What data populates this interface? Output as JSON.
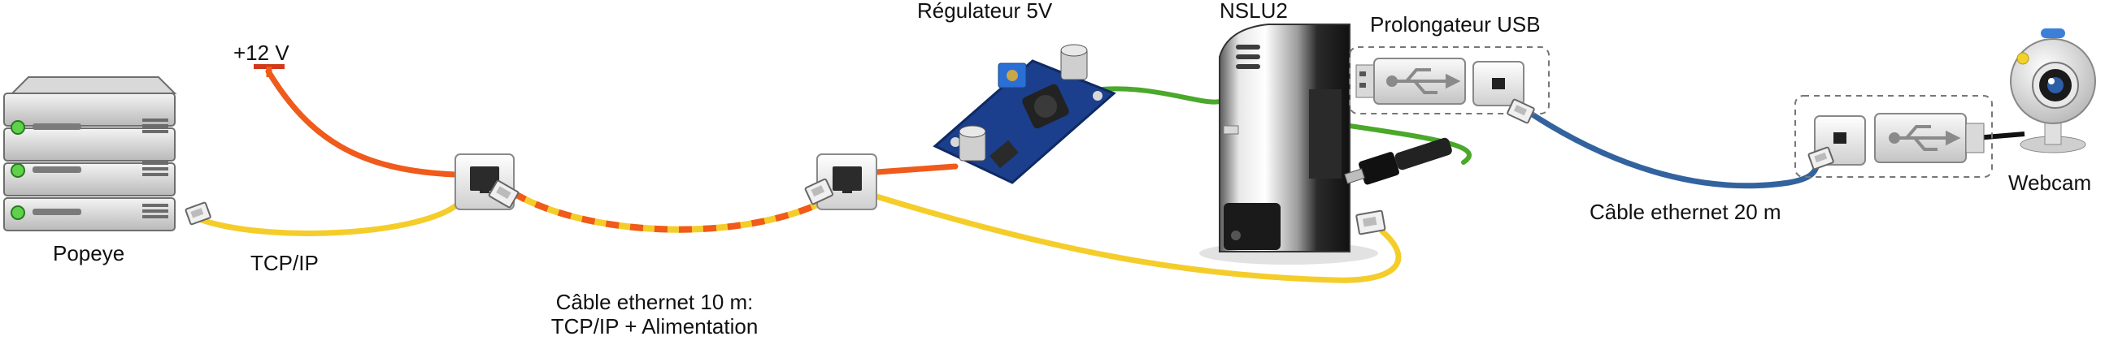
{
  "labels": {
    "regulator": "Régulateur 5V",
    "nslu2": "NSLU2",
    "usb_extender": "Prolongateur USB",
    "power": "+12 V",
    "popeye": "Popeye",
    "tcpip": "TCP/IP",
    "cable_10m_line1": "Câble ethernet 10 m:",
    "cable_10m_line2": "TCP/IP + Alimentation",
    "cable_20m": "Câble ethernet 20 m",
    "webcam": "Webcam"
  },
  "colors": {
    "power_cable": "#f05a1a",
    "data_cable": "#f5cd2a",
    "green_cable": "#4aa82a",
    "blue_cable": "#33639f",
    "pcb": "#1b3f8c"
  }
}
